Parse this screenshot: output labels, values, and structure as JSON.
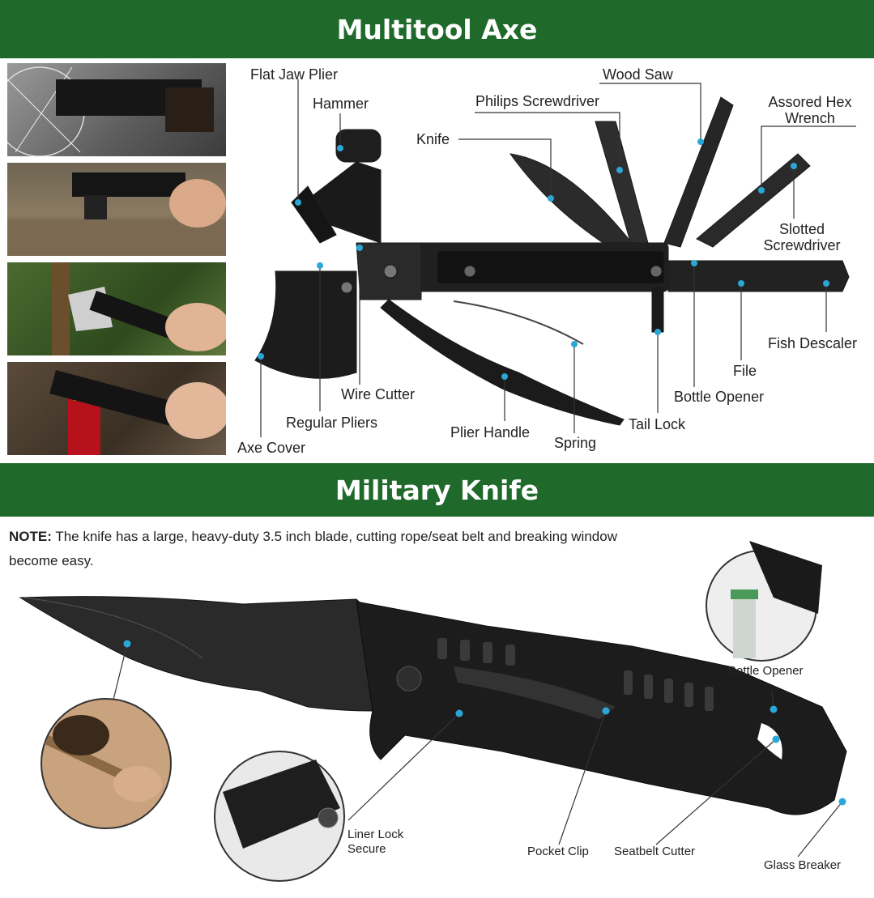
{
  "sections": {
    "top_title": "Multitool Axe",
    "bottom_title": "Military Knife"
  },
  "multitool_labels": {
    "flat_jaw_plier": "Flat Jaw Plier",
    "hammer": "Hammer",
    "knife": "Knife",
    "philips_screwdriver": "Philips Screwdriver",
    "wood_saw": "Wood Saw",
    "hex_wrench": "Assored Hex Wrench",
    "slotted_screwdriver": "Slotted Screwdriver",
    "fish_descaler": "Fish Descaler",
    "file": "File",
    "bottle_opener": "Bottle Opener",
    "tail_lock": "Tail Lock",
    "spring": "Spring",
    "plier_handle": "Plier Handle",
    "wire_cutter": "Wire Cutter",
    "regular_pliers": "Regular Pliers",
    "axe_cover": "Axe Cover"
  },
  "note": {
    "prefix": "NOTE:",
    "text": "The knife has a large, heavy-duty 3.5 inch blade, cutting rope/seat belt and breaking window become easy."
  },
  "knife_labels": {
    "bottle_opener": "Bottle Opener",
    "liner_lock": "Liner Lock Secure",
    "pocket_clip": "Pocket Clip",
    "seatbelt_cutter": "Seatbelt Cutter",
    "glass_breaker": "Glass Breaker"
  },
  "colors": {
    "banner_green": "#1f6a2b",
    "callout_dot": "#2aa7d6",
    "tool_black": "#1b1b1b"
  }
}
